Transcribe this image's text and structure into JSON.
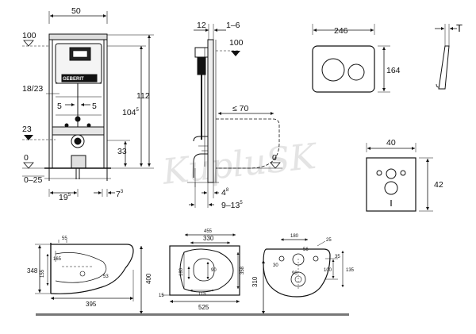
{
  "frame_front": {
    "width": "50",
    "height_top": "112",
    "height_frame": "104",
    "height_frame_sup": "5",
    "level_top": "100",
    "bracket": "18/23",
    "offset_left": "5",
    "offset_right": "5",
    "level_mid": "23",
    "height_low": "33",
    "level_floor": "0",
    "floor_range": "0–25",
    "foot_left": "19",
    "foot_left_sup": "5",
    "foot_right": "7",
    "foot_right_sup": "3",
    "brand": "GEBERIT"
  },
  "frame_side": {
    "depth": "12",
    "wall_range": "1–6",
    "level_top": "100",
    "projection": "≤ 70",
    "level_floor": "0",
    "offset": "4",
    "offset_sup": "8",
    "range": "9–13",
    "range_sup": "5"
  },
  "flush_plate": {
    "width": "246",
    "height": "164",
    "thickness_label": "T"
  },
  "wall_plate": {
    "width": "40",
    "height": "42"
  },
  "wc_side": {
    "height": "348",
    "dim_a": "155",
    "dim_b": "165",
    "dim_c": "55",
    "dim_d": "53",
    "length": "395",
    "mount_height": "400"
  },
  "wc_top": {
    "width_outer": "455",
    "width_inner": "330",
    "depth_a": "180",
    "depth_b": "90",
    "depth_c": "358",
    "bottom_a": "115",
    "corner": "15",
    "length": "525"
  },
  "wc_back": {
    "width_top": "180",
    "corner": "25",
    "hole": "56",
    "dim_a": "30",
    "dim_b": "35",
    "dim_c": "100",
    "dim_d": "135",
    "dim_e": "90",
    "mount_height": "310"
  },
  "watermark": "KupluSK"
}
